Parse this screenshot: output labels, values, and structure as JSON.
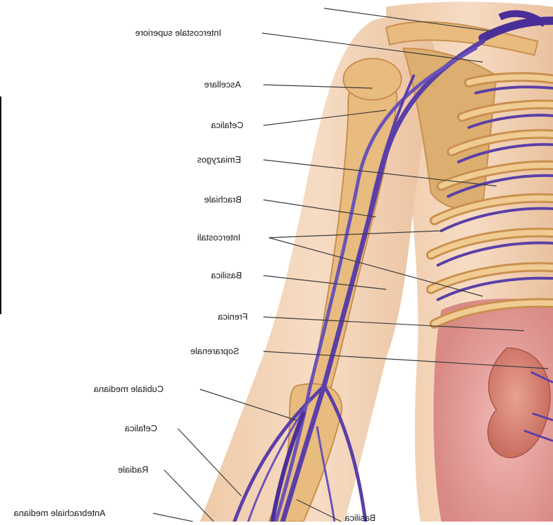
{
  "labels": {
    "intercostale_superiore": "Intercostale superiore",
    "ascellare": "Ascellare",
    "cefalica_upper": "Cefalica",
    "emiazygos": "Emiazygos",
    "brachiale": "Brachiale",
    "intercostali": "Intercostali",
    "basilica": "Basilica",
    "frenica": "Frenica",
    "soprarenale": "Soprarenale",
    "cubitale_mediana": "Cubitale mediana",
    "cefalica_lower": "Cefalica",
    "radiale": "Radiale",
    "antebrachiale_mediana": "Antebrachiale mediana",
    "basilica_lower": "Basilica"
  },
  "colors": {
    "skin": "#f2d2b6",
    "skin_shadow": "#e5b896",
    "bone": "#e7b877",
    "bone_dark": "#c98f4e",
    "vein": "#5a3fa8",
    "vein_light": "#7a63c4",
    "kidney": "#d9867a",
    "organ_bg": "#e8a3a0",
    "leader": "#3a3a3a"
  },
  "note_mirrored": "mirrored"
}
